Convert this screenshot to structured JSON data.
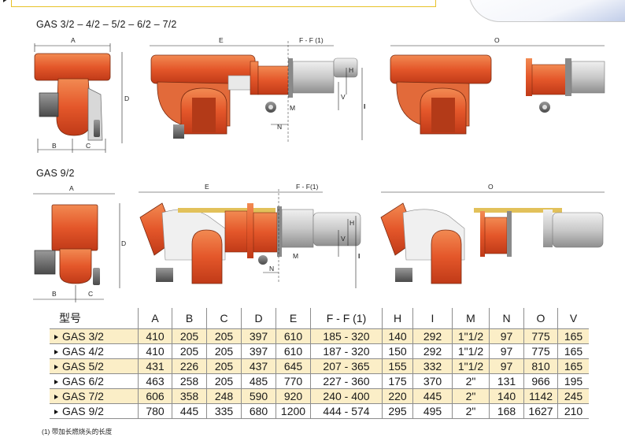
{
  "sections": {
    "top_title": "GAS 3/2 – 4/2 – 5/2 – 6/2 – 7/2",
    "bottom_title": "GAS 9/2"
  },
  "dims": {
    "A": "A",
    "B": "B",
    "C": "C",
    "D": "D",
    "E": "E",
    "FF": "F - F (1)",
    "FF9": "F - F(1)",
    "H": "H",
    "V": "V",
    "M": "M",
    "N": "N",
    "I": "I",
    "O": "O"
  },
  "table": {
    "headers": [
      "型号",
      "A",
      "B",
      "C",
      "D",
      "E",
      "F  -  F (1)",
      "H",
      "I",
      "M",
      "N",
      "O",
      "V"
    ],
    "rows": [
      [
        "GAS 3/2",
        "410",
        "205",
        "205",
        "397",
        "610",
        "185  -  320",
        "140",
        "292",
        "1\"1/2",
        "97",
        "775",
        "165"
      ],
      [
        "GAS 4/2",
        "410",
        "205",
        "205",
        "397",
        "610",
        "187  -  320",
        "150",
        "292",
        "1\"1/2",
        "97",
        "775",
        "165"
      ],
      [
        "GAS 5/2",
        "431",
        "226",
        "205",
        "437",
        "645",
        "207  -  365",
        "155",
        "332",
        "1\"1/2",
        "97",
        "810",
        "165"
      ],
      [
        "GAS 6/2",
        "463",
        "258",
        "205",
        "485",
        "770",
        "227  -  360",
        "175",
        "370",
        "2\"",
        "131",
        "966",
        "195"
      ],
      [
        "GAS 7/2",
        "606",
        "358",
        "248",
        "590",
        "920",
        "240  -  400",
        "220",
        "445",
        "2\"",
        "140",
        "1142",
        "245"
      ],
      [
        "GAS 9/2",
        "780",
        "445",
        "335",
        "680",
        "1200",
        "444  -  574",
        "295",
        "495",
        "2\"",
        "168",
        "1627",
        "210"
      ]
    ]
  },
  "footnote": "(1) 带加长燃烧头的长度",
  "colors": {
    "burner_orange": "#e4572a",
    "highlight_row": "#fbeec7",
    "frame_yellow": "#e8c229"
  }
}
